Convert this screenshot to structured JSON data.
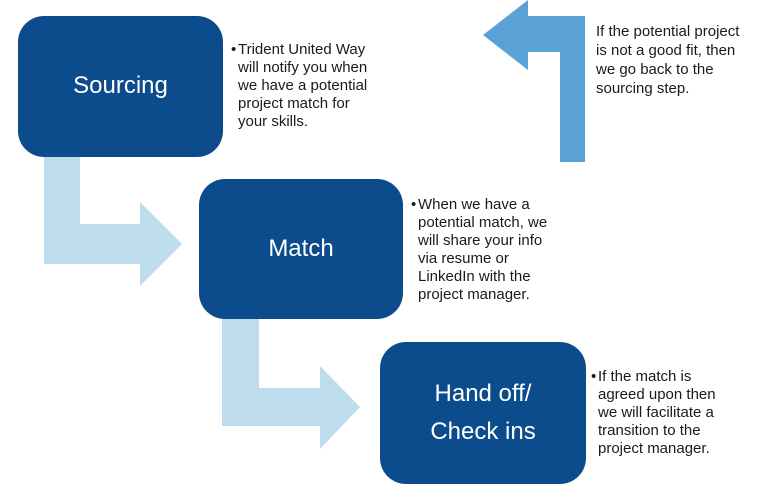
{
  "steps": [
    {
      "lines": [
        "Sourcing"
      ]
    },
    {
      "lines": [
        "Match"
      ]
    },
    {
      "lines": [
        "Hand off/",
        "Check ins"
      ]
    }
  ],
  "descriptions": [
    {
      "bullet": "•",
      "lines": [
        "Trident United Way",
        "will notify you when",
        "we have a potential",
        "project match for",
        "your skills."
      ]
    },
    {
      "bullet": "•",
      "lines": [
        "When we have a",
        "potential match, we",
        "will share your info",
        "via resume or",
        "LinkedIn with the",
        "project manager."
      ]
    },
    {
      "bullet": "•",
      "lines": [
        "If the match is",
        "agreed upon then",
        "we will facilitate a",
        "transition to the",
        "project manager."
      ]
    }
  ],
  "return_note": {
    "lines": [
      "If the potential project",
      "is not a good fit, then",
      "we go back to the",
      "sourcing step."
    ]
  },
  "colors": {
    "box": "#0c4c8c",
    "flow_arrow": "#bfdcef",
    "return_arrow": "#5aa1d6"
  }
}
